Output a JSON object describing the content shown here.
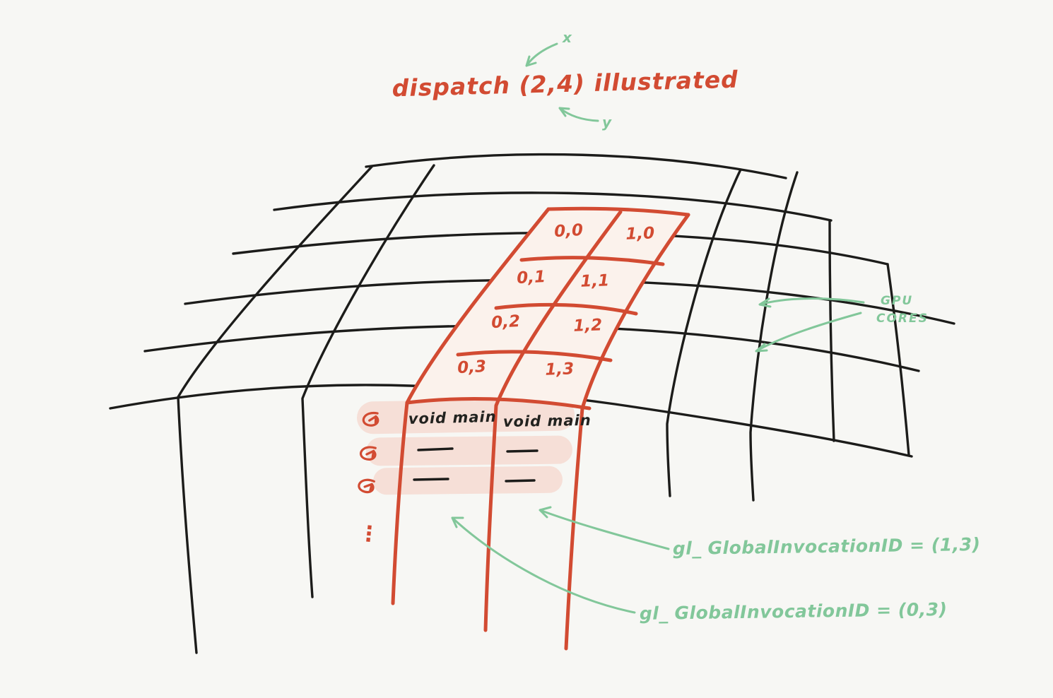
{
  "title": "dispatch (2,4) illustrated",
  "axes": {
    "x": "x",
    "y": "y"
  },
  "cells": [
    [
      "0,0",
      "1,0"
    ],
    [
      "0,1",
      "1,1"
    ],
    [
      "0,2",
      "1,2"
    ],
    [
      "0,3",
      "1,3"
    ]
  ],
  "shader_columns": [
    {
      "header": "void main"
    },
    {
      "header": "void main"
    }
  ],
  "ellipsis": "⋮",
  "annotations": {
    "gpu_cores": [
      "GPU",
      "CORES"
    ],
    "invocation_right": "gl_ GlobalInvocationID = (1,3)",
    "invocation_left": "gl_ GlobalInvocationID = (0,3)"
  },
  "colors": {
    "background": "#f7f7f4",
    "ink": "#1c1c1a",
    "red": "#d24b32",
    "pink_highlight": "#f6dfd7",
    "green": "#82c79a"
  }
}
